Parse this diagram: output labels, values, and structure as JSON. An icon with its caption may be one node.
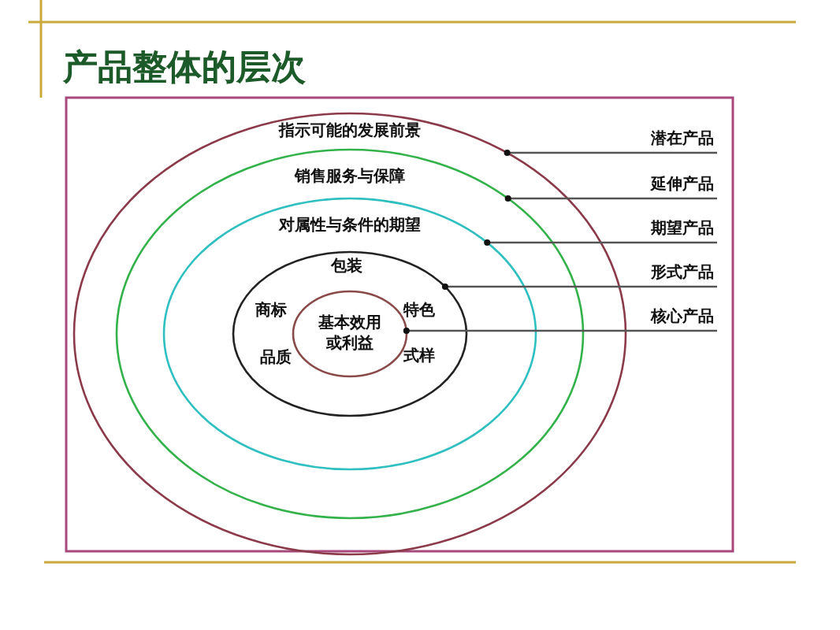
{
  "diagram": {
    "title": "产品整体的层次",
    "nodes": [
      {
        "text": [
          "指示可能的发展前景"
        ]
      },
      {
        "text": [
          "销售服务与保障"
        ],
        "in": 0
      },
      {
        "text": [
          "对属性与条件的期望"
        ],
        "in": 1
      },
      {
        "text": [
          "包装",
          "商标",
          "品质",
          "特色",
          "式样"
        ],
        "in": 2
      },
      {
        "text": [
          "基本效用或利益"
        ],
        "in": 3
      },
      {
        "text": [
          "潜在产品"
        ]
      },
      {
        "text": [
          "延伸产品"
        ]
      },
      {
        "text": [
          "期望产品"
        ]
      },
      {
        "text": [
          "形式产品"
        ]
      },
      {
        "text": [
          "核心产品"
        ]
      }
    ],
    "edges": [
      {
        "from": 5,
        "to": 0,
        "arrow": "other"
      },
      {
        "from": 6,
        "to": 1,
        "arrow": "other"
      },
      {
        "from": 7,
        "to": 2,
        "arrow": "other"
      },
      {
        "from": 8,
        "to": 3,
        "arrow": "other"
      },
      {
        "from": 9,
        "to": 4,
        "arrow": "other"
      }
    ]
  }
}
